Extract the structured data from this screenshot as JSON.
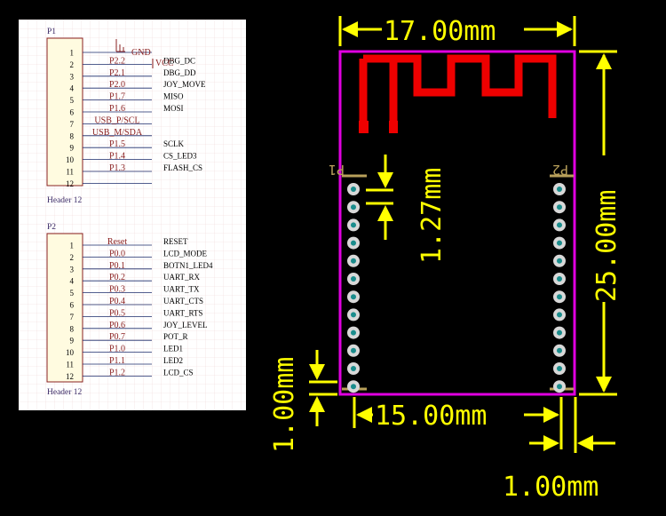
{
  "schematic": {
    "p1": {
      "designator": "P1",
      "footer": "Header 12",
      "gnd_label": "GND",
      "vcc_label": "VCC",
      "pins": [
        "1",
        "2",
        "3",
        "4",
        "5",
        "6",
        "7",
        "8",
        "9",
        "10",
        "11",
        "12"
      ],
      "nets": [
        {
          "net": "",
          "signal": ""
        },
        {
          "net": "P2.2",
          "signal": "DBG_DC"
        },
        {
          "net": "P2.1",
          "signal": "DBG_DD"
        },
        {
          "net": "P2.0",
          "signal": "JOY_MOVE"
        },
        {
          "net": "P1.7",
          "signal": "MISO"
        },
        {
          "net": "P1.6",
          "signal": "MOSI"
        },
        {
          "net": "USB_P/SCL",
          "signal": ""
        },
        {
          "net": "USB_M/SDA",
          "signal": ""
        },
        {
          "net": "P1.5",
          "signal": "SCLK"
        },
        {
          "net": "P1.4",
          "signal": "CS_LED3"
        },
        {
          "net": "P1.3",
          "signal": "FLASH_CS"
        },
        {
          "net": "",
          "signal": ""
        }
      ]
    },
    "p2": {
      "designator": "P2",
      "footer": "Header 12",
      "pins": [
        "1",
        "2",
        "3",
        "4",
        "5",
        "6",
        "7",
        "8",
        "9",
        "10",
        "11",
        "12"
      ],
      "nets": [
        {
          "net": "Reset",
          "signal": "RESET"
        },
        {
          "net": "P0.0",
          "signal": "LCD_MODE"
        },
        {
          "net": "P0.1",
          "signal": "BOTN1_LED4"
        },
        {
          "net": "P0.2",
          "signal": "UART_RX"
        },
        {
          "net": "P0.3",
          "signal": "UART_TX"
        },
        {
          "net": "P0.4",
          "signal": "UART_CTS"
        },
        {
          "net": "P0.5",
          "signal": "UART_RTS"
        },
        {
          "net": "P0.6",
          "signal": "JOY_LEVEL"
        },
        {
          "net": "P0.7",
          "signal": "POT_R"
        },
        {
          "net": "P1.0",
          "signal": "LED1"
        },
        {
          "net": "P1.1",
          "signal": "LED2"
        },
        {
          "net": "P1.2",
          "signal": "LCD_CS"
        }
      ]
    }
  },
  "pcb": {
    "width_label": "17.00mm",
    "height_label": "25.00mm",
    "pitch_label": "1.27mm",
    "edge_margin_label": "1.00mm",
    "pin_span_label": "15.00mm",
    "right_margin_label": "1.00mm",
    "header_left": "P1",
    "header_right": "P2",
    "outline_color": "#e000e0",
    "antenna_color": "#ee0000",
    "dimension_color": "#ffff00"
  }
}
